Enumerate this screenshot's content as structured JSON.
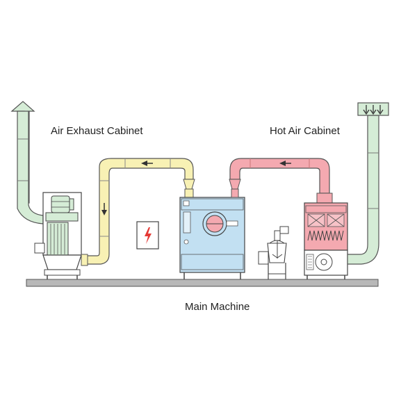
{
  "labels": {
    "exhaust_cabinet": "Air Exhaust Cabinet",
    "hot_air_cabinet": "Hot Air Cabinet",
    "main_machine": "Main Machine"
  },
  "colors": {
    "exhaust_duct": "#f8f1b4",
    "hot_duct": "#f4a9b0",
    "fresh_duct": "#d5ecd6",
    "machine_body": "#c2e0f2",
    "equipment": "#ffffff",
    "outline": "#444444",
    "floor": "#b8b8b8",
    "warning_bolt": "#e53935"
  },
  "icons": {
    "warning_sign": "electric-hazard-icon",
    "exhaust_arrow": "up-arrow-icon",
    "intake_arrow": "down-arrow-icon"
  }
}
